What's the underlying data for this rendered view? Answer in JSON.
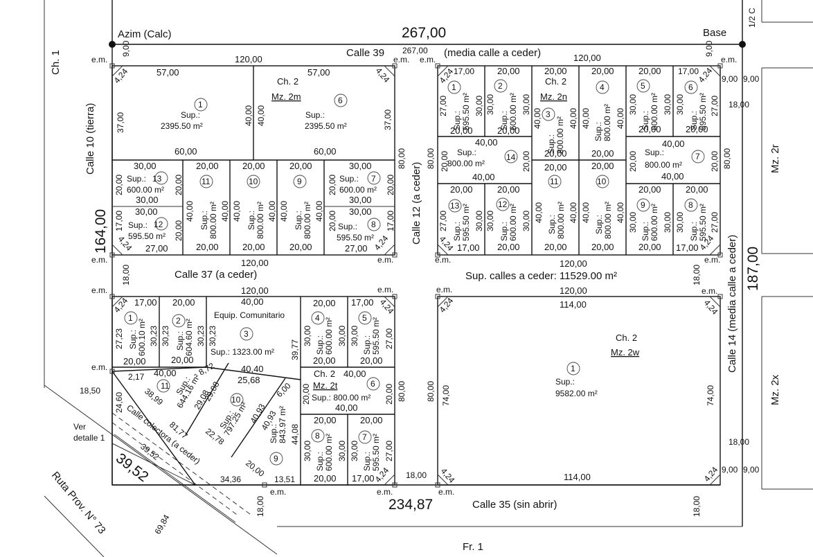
{
  "header": {
    "azim": "Azim (Calc)",
    "top_dim": "267,00",
    "base": "Base",
    "corner": "1/2 C"
  },
  "streets": {
    "calle39": "Calle 39",
    "calle39_dim": "267,00",
    "calle39_note": "(media calle a ceder)",
    "calle37": "Calle 37 (a ceder)",
    "calle35": "Calle 35 (sin abrir)",
    "calle10": "Calle 10 (tierra)",
    "calle12": "Calle 12 (a ceder)",
    "calle14": "Calle 14 (media calle a ceder)",
    "ruta": "Ruta Prov. N° 73",
    "colectora": "Calle colectora (a ceder)",
    "sup_calles": "Sup. calles a ceder: 11529.00 m²"
  },
  "outer": {
    "ch1": "Ch. 1",
    "fr1": "Fr. 1",
    "mz2r": "Mz. 2r",
    "mz2x": "Mz. 2x",
    "left_total": "164,00",
    "right_total": "187,00",
    "bottom_total": "234,87",
    "diag_total": "39,52",
    "ver_detalle_1": "Ver",
    "ver_detalle_2": "detalle 1",
    "ruta_dim": "69,84"
  },
  "marks": {
    "em": "e.m.",
    "chamfer": "4,24"
  },
  "dims": {
    "d9": "9,00",
    "d17": "17,00",
    "d18": "18,00",
    "d18b": "18,50",
    "d20": "20,00",
    "d27": "27,00",
    "d30": "30,00",
    "d37": "37,00",
    "d40": "40,00",
    "d57": "57,00",
    "d60": "60,00",
    "d74": "74,00",
    "d80": "80,00",
    "d114": "114,00",
    "d120": "120,00",
    "d2217": "2,17",
    "d2568": "25,68",
    "d2723": "27,23",
    "d3023": "30,23",
    "d3977": "39,77",
    "d4040": "40,40",
    "d872": "8,72",
    "d2908": "29,08",
    "d3899": "38,99",
    "d2460": "24,60",
    "d8177": "81,77",
    "d3952": "39,52",
    "d3436": "34,36",
    "d1351": "13,51",
    "d2278": "22,78",
    "d4093": "40,93",
    "d600": "6,00",
    "d4408": "44,08"
  },
  "labels": {
    "ch2": "Ch. 2",
    "mz2m": "Mz. 2m",
    "mz2n": "Mz. 2n",
    "mz2t": "Mz. 2t",
    "mz2w": "Mz. 2w",
    "sup": "Sup.:",
    "equip": "Equip. Comunitario",
    "n1": "1",
    "n2": "2",
    "n3": "3",
    "n4": "4",
    "n5": "5",
    "n6": "6",
    "n7": "7",
    "n8": "8",
    "n9": "9",
    "n10": "10",
    "n11": "11",
    "n12": "12",
    "n13": "13",
    "n14": "14"
  },
  "areas": {
    "a2395": "2395.50 m²",
    "a600": "600.00 m²",
    "a595": "595.50 m²",
    "a800": "800.00 m²",
    "a1323": "Sup.: 1323.00 m²",
    "a60010": "600.10 m²",
    "a60460": "604.60 m²",
    "a64416": "644.16 m²",
    "a79725": "797.25 m²",
    "a84397": "843.97 m²",
    "a9582": "9582.00 m²",
    "sup800": "Sup.: 800.00 m²"
  }
}
